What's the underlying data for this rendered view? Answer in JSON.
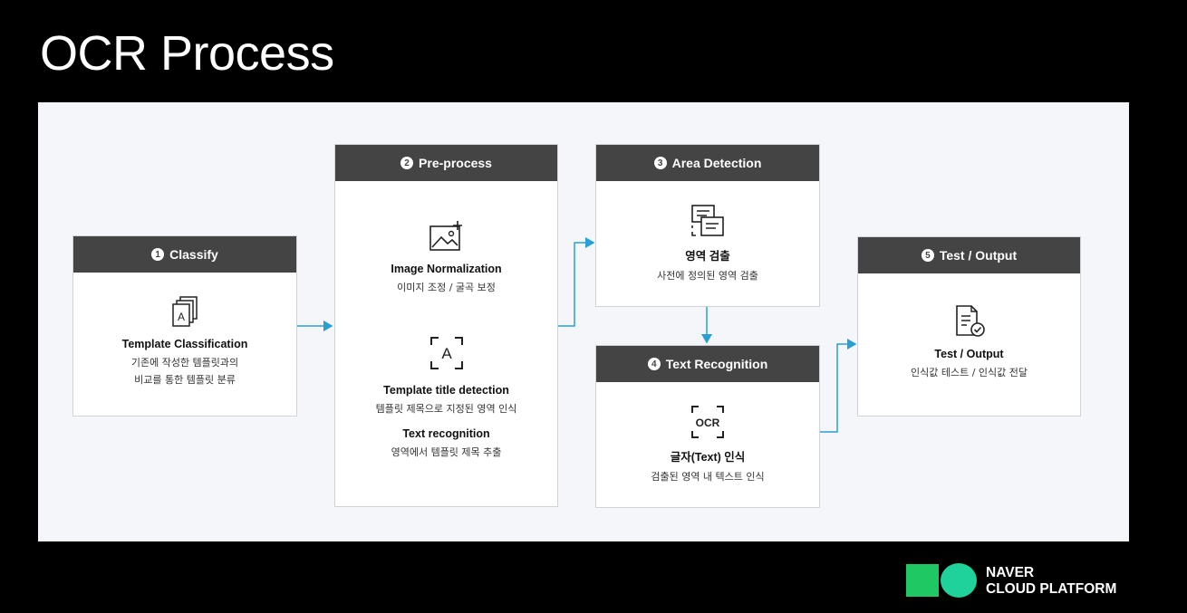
{
  "title": "OCR Process",
  "steps": [
    {
      "num": "1",
      "label": "Classify",
      "items": [
        {
          "icon": "template-stack-icon",
          "title": "Template Classification",
          "desc": [
            "기존에 작성한 템플릿과의",
            "비교를 통한 템플릿 분류"
          ]
        }
      ]
    },
    {
      "num": "2",
      "label": "Pre-process",
      "items": [
        {
          "icon": "image-normalize-icon",
          "title": "Image Normalization",
          "desc": [
            "이미지 조정 / 굴곡 보정"
          ]
        },
        {
          "icon": "template-title-detect-icon",
          "title": "Template title detection",
          "desc": [
            "템플릿 제목으로 지정된 영역 인식"
          ]
        },
        {
          "icon": "",
          "title": "Text recognition",
          "desc": [
            "영역에서 템플릿 제목 추출"
          ]
        }
      ]
    },
    {
      "num": "3",
      "label": "Area Detection",
      "items": [
        {
          "icon": "area-detection-icon",
          "title": "영역 검출",
          "desc": [
            "사전에 정의된 영역 검출"
          ]
        }
      ]
    },
    {
      "num": "4",
      "label": "Text Recognition",
      "items": [
        {
          "icon": "ocr-scan-icon",
          "title": "글자(Text) 인식",
          "desc": [
            "검출된 영역 내 텍스트 인식"
          ]
        }
      ]
    },
    {
      "num": "5",
      "label": "Test / Output",
      "items": [
        {
          "icon": "document-check-icon",
          "title": "Test / Output",
          "desc": [
            "인식값 테스트 / 인식값 전달"
          ]
        }
      ]
    }
  ],
  "icon_glyphs": {
    "template_letter": "A",
    "detect_letter": "A",
    "ocr_text": "OCR"
  },
  "logo": {
    "line1": "NAVER",
    "line2": "CLOUD PLATFORM"
  },
  "colors": {
    "header": "#444444",
    "arrow": "#2a9fd6",
    "logo_green": "#1ec964",
    "logo_teal": "#1fd19a"
  }
}
